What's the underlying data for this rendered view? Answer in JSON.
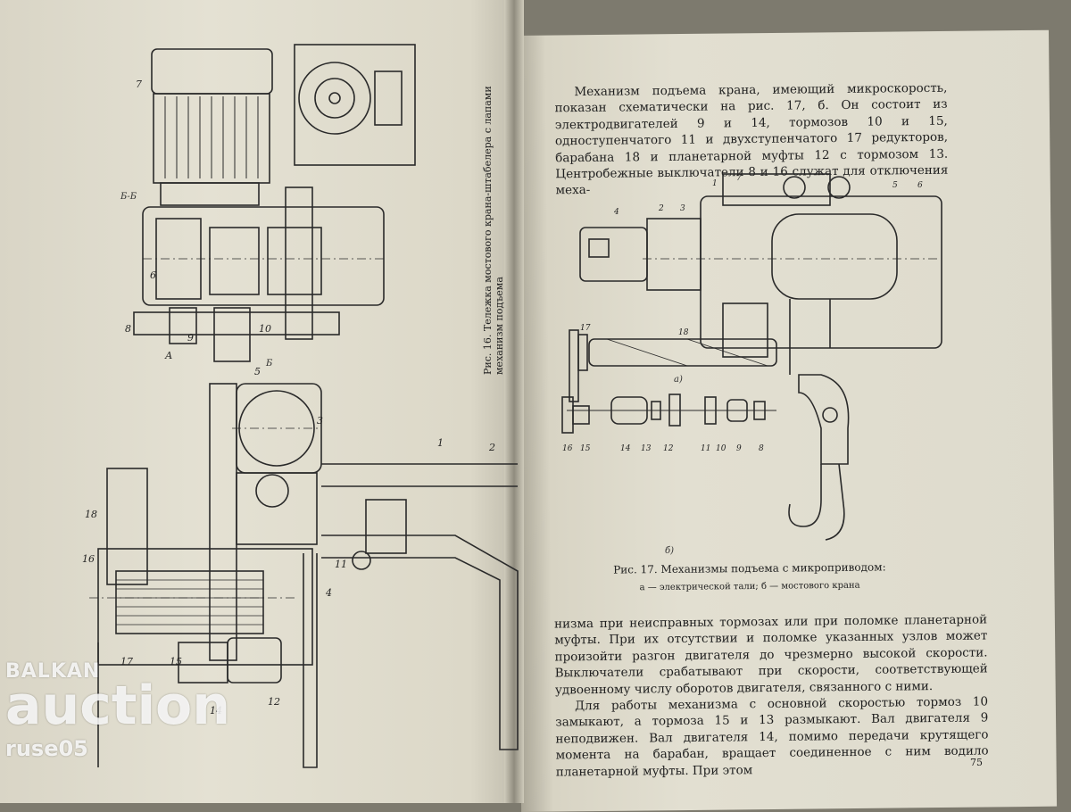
{
  "paragraph_top": "Механизм подъема крана, имеющий микроскорость, показан схематически на рис. 17, б. Он состоит из электродвигателей 9 и 14, тормозов 10 и 15, одноступенчатого 11 и двухступенчатого 17 редукторов, барабана 18 и планетарной муфты 12 с тормозом 13. Центробежные выключатели 8 и 16 служат для отключения меха-",
  "paragraph_bottom_1": "низма при неисправных тормозах или при поломке планетарной муфты. При их отсутствии и поломке указанных узлов может произойти разгон двигателя до чрезмерно высокой скорости. Выключатели срабатывают при скорости, соответствующей удвоенному числу оборотов двигателя, связанного с ними.",
  "paragraph_bottom_2": "Для работы механизма с основной скоростью тормоз 10 замыкают, а тормоза 15 и 13 размыкают. Вал двигателя 9 неподвижен. Вал двигателя 14, помимо передачи крутящего момента на барабан, вращает соединенное с ним водило планетарной муфты. При этом",
  "caption_title": "Рис. 17. Механизмы подъема с микроприводом:",
  "caption_sub": "а — электрической тали; б — мостового крана",
  "side_caption_line1": "Рис. 16. Тележка мостового крана-штабелера с лапами",
  "side_caption_line2": "механизм подъема",
  "page_number": "75",
  "figure_labels": {
    "a": "а)",
    "b": "б)",
    "section": "Б-Б",
    "section_b": "Б"
  },
  "watermark": {
    "top": "BALKAN",
    "main": "auction",
    "bottom": "ruse05"
  }
}
